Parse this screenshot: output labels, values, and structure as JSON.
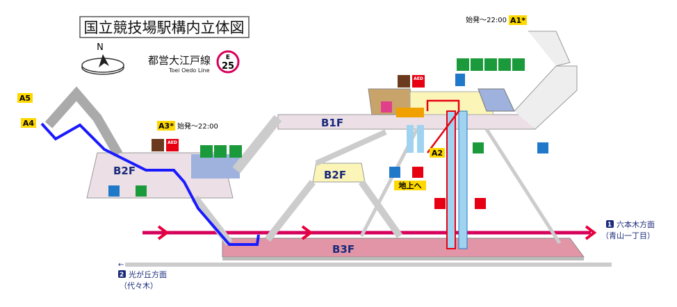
{
  "title": "国立競技場駅構内立体図",
  "compass": {
    "north": "N"
  },
  "line": {
    "name_ja": "都営大江戸線",
    "name_en": "Toei Oedo Line",
    "code_letter": "E",
    "code_number": "25",
    "color": "#d6005b"
  },
  "exits": {
    "a1": {
      "label": "A1*",
      "hours": "始発～22:00"
    },
    "a2": {
      "label": "A2"
    },
    "a3": {
      "label": "A3*",
      "hours": "始発～22:00"
    },
    "a4": {
      "label": "A4"
    },
    "a5": {
      "label": "A5"
    }
  },
  "floors": {
    "b1f": "B1F",
    "b2f_left": "B2F",
    "b2f_center": "B2F",
    "b3f": "B3F"
  },
  "facilities": {
    "aed": "AED",
    "to_ground": "地上へ"
  },
  "directions": {
    "dir1": {
      "number": "1",
      "line1": "六本木方面",
      "line2": "（青山一丁目）"
    },
    "dir2": {
      "number": "2",
      "line1": "光が丘方面",
      "line2": "（代々木）"
    }
  },
  "colors": {
    "b1f": "#ecdfe6",
    "b3f": "#e295a6",
    "route": "#1a1aff",
    "train": "#e8003c",
    "exit_badge": "#ffd800",
    "facility_green": "#1a9a3a",
    "info_blue": "#1f78c8",
    "elevator_red": "#e60012"
  }
}
